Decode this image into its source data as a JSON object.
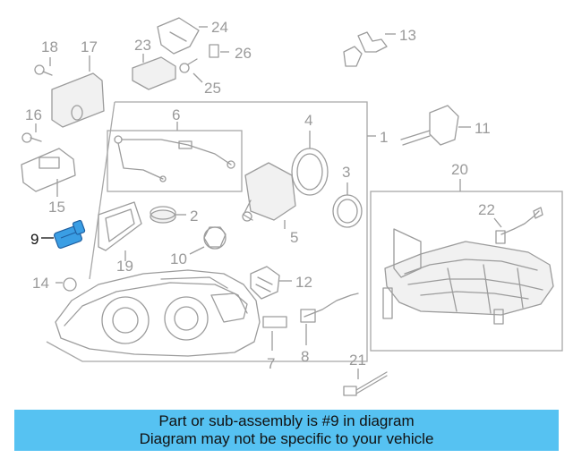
{
  "diagram": {
    "highlight_color": "#3a9ee4",
    "callouts": [
      {
        "id": "1",
        "label": "1"
      },
      {
        "id": "2",
        "label": "2"
      },
      {
        "id": "3",
        "label": "3"
      },
      {
        "id": "4",
        "label": "4"
      },
      {
        "id": "5",
        "label": "5"
      },
      {
        "id": "6",
        "label": "6"
      },
      {
        "id": "7",
        "label": "7"
      },
      {
        "id": "8",
        "label": "8"
      },
      {
        "id": "9",
        "label": "9"
      },
      {
        "id": "10",
        "label": "10"
      },
      {
        "id": "11",
        "label": "11"
      },
      {
        "id": "12",
        "label": "12"
      },
      {
        "id": "13",
        "label": "13"
      },
      {
        "id": "14",
        "label": "14"
      },
      {
        "id": "15",
        "label": "15"
      },
      {
        "id": "16",
        "label": "16"
      },
      {
        "id": "17",
        "label": "17"
      },
      {
        "id": "18",
        "label": "18"
      },
      {
        "id": "19",
        "label": "19"
      },
      {
        "id": "20",
        "label": "20"
      },
      {
        "id": "21",
        "label": "21"
      },
      {
        "id": "22",
        "label": "22"
      },
      {
        "id": "23",
        "label": "23"
      },
      {
        "id": "24",
        "label": "24"
      },
      {
        "id": "25",
        "label": "25"
      },
      {
        "id": "26",
        "label": "26"
      }
    ]
  },
  "banner": {
    "line1": "Part or sub-assembly is #9 in diagram",
    "line2": "Diagram may not be specific to your vehicle",
    "background": "#56c2f2"
  }
}
